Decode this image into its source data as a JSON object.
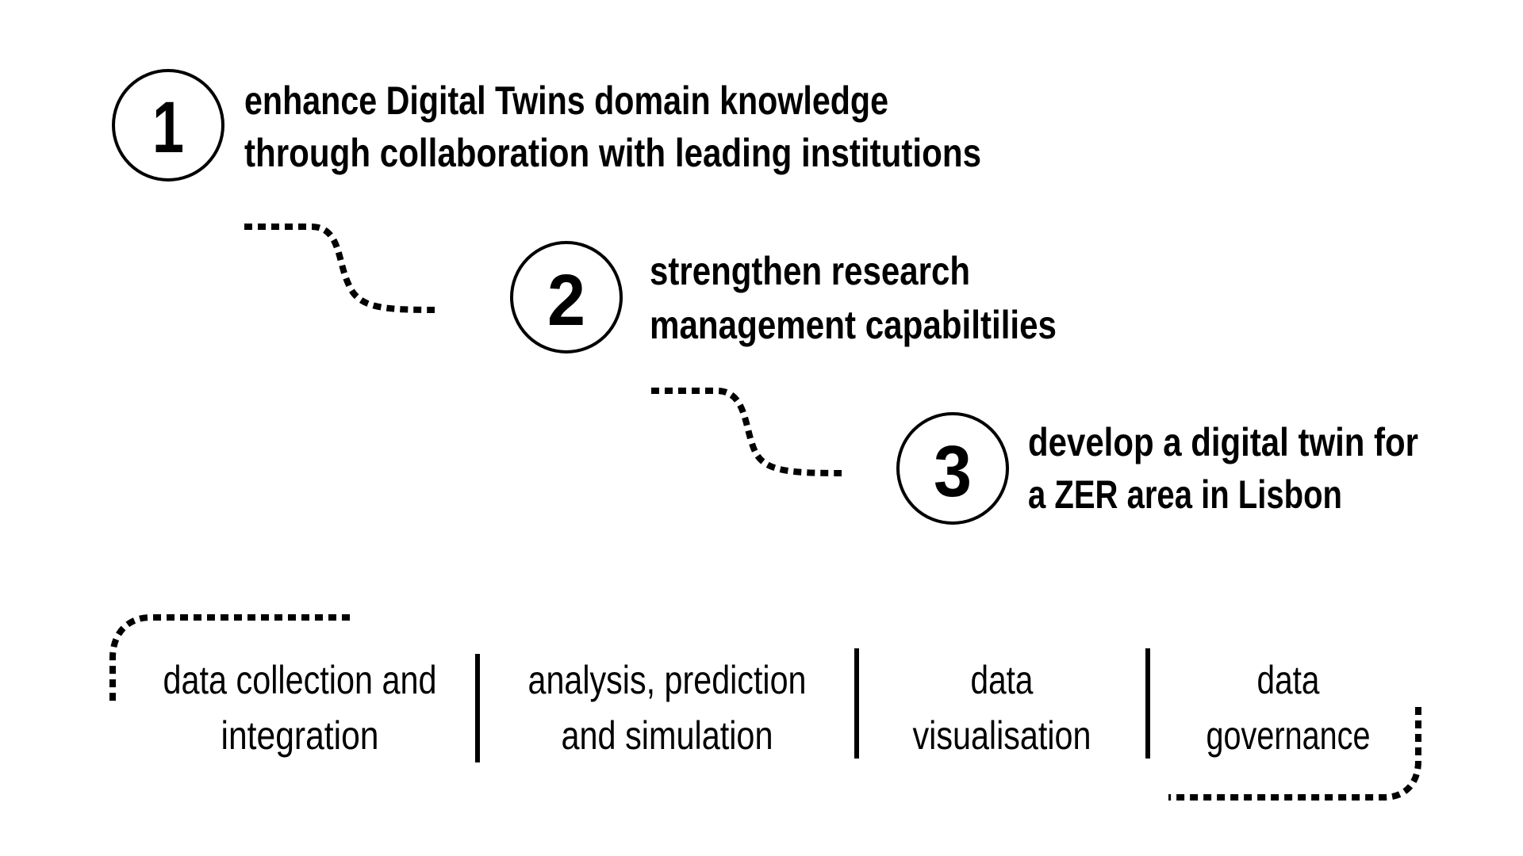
{
  "steps": [
    {
      "number": "1",
      "lines": [
        "enhance Digital Twins domain knowledge",
        "through collaboration with leading institutions"
      ]
    },
    {
      "number": "2",
      "lines": [
        "strengthen research",
        "management capabiltilies"
      ]
    },
    {
      "number": "3",
      "lines": [
        "develop a digital twin for",
        "a ZER area in Lisbon"
      ]
    }
  ],
  "pillars": [
    {
      "lines": [
        "data collection and",
        "integration"
      ]
    },
    {
      "lines": [
        "analysis, prediction",
        "and simulation"
      ]
    },
    {
      "lines": [
        "data",
        "visualisation"
      ]
    },
    {
      "lines": [
        "data",
        "governance"
      ]
    }
  ]
}
